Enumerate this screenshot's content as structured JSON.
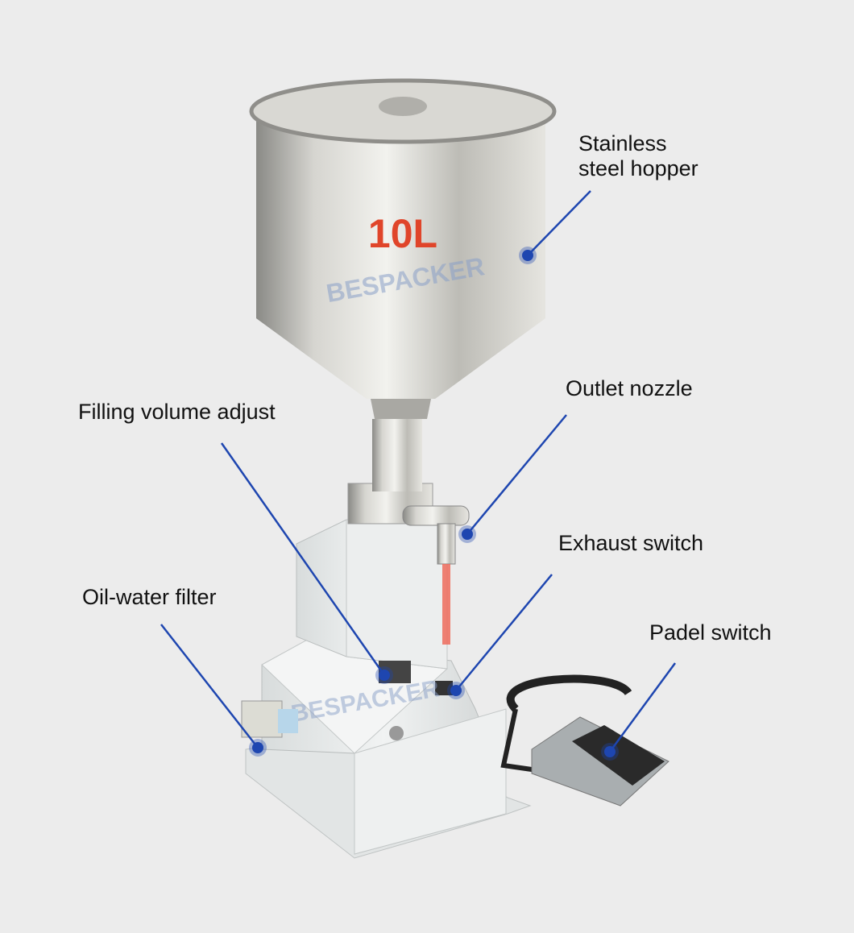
{
  "product": {
    "capacity_label": "10L",
    "watermark": "BESPACKER"
  },
  "callouts": [
    {
      "id": "hopper",
      "lines": [
        "Stainless",
        "steel hopper"
      ]
    },
    {
      "id": "outlet",
      "lines": [
        "Outlet nozzle"
      ]
    },
    {
      "id": "filling",
      "lines": [
        "Filling volume adjust"
      ]
    },
    {
      "id": "exhaust",
      "lines": [
        "Exhaust switch"
      ]
    },
    {
      "id": "filter",
      "lines": [
        "Oil-water filter"
      ]
    },
    {
      "id": "pedal",
      "lines": [
        "Padel switch"
      ]
    }
  ],
  "colors": {
    "background": "#ececec",
    "callout": "#1e46b0",
    "capacity_text": "#e0452a"
  }
}
